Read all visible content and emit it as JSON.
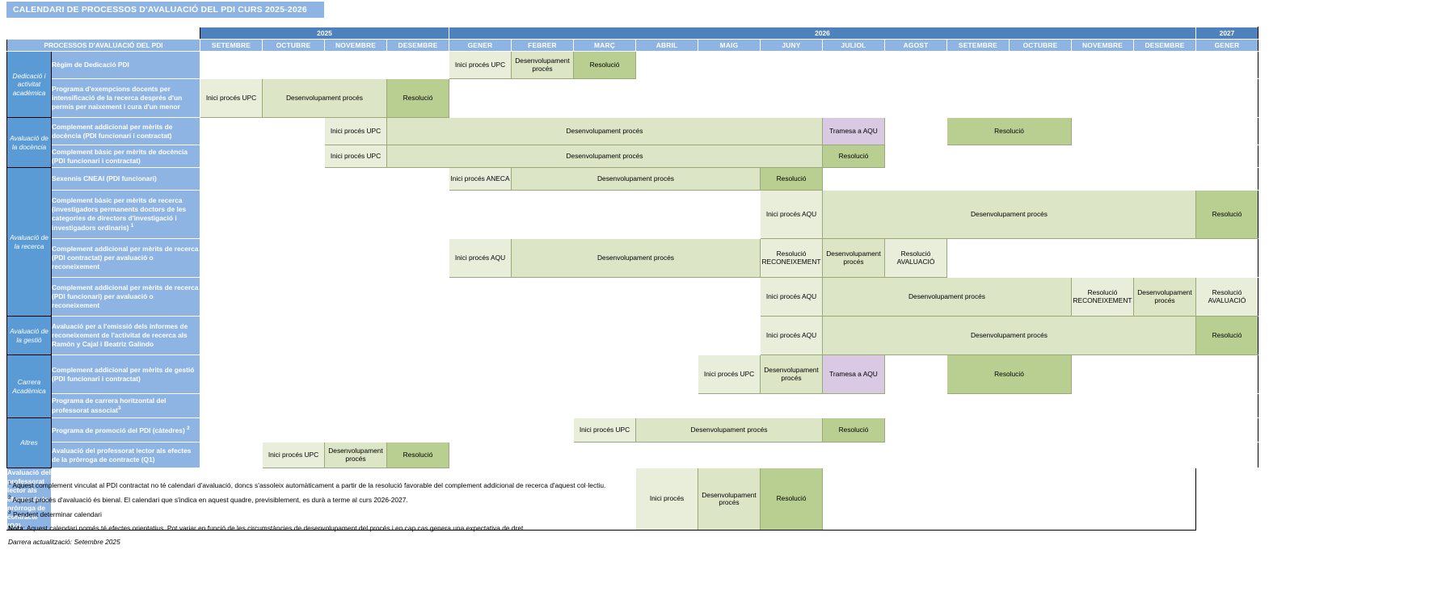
{
  "title": "CALENDARI DE PROCESSOS D'AVALUACIÓ DEL PDI CURS 2025-2026",
  "header": {
    "processes_label": "PROCESSOS D'AVALUACIÓ DEL PDI",
    "years": [
      {
        "label": "2025",
        "span": 4
      },
      {
        "label": "2026",
        "span": 12
      },
      {
        "label": "2027",
        "span": 1
      }
    ],
    "months": [
      "SETEMBRE",
      "OCTUBRE",
      "NOVEMBRE",
      "DESEMBRE",
      "GENER",
      "FEBRER",
      "MARÇ",
      "ABRIL",
      "MAIG",
      "JUNY",
      "JULIOL",
      "AGOST",
      "SETEMBRE",
      "OCTUBRE",
      "NOVEMBRE",
      "DESEMBRE",
      "GENER"
    ]
  },
  "colors": {
    "title_bg": "#8eb4e3",
    "year_bg": "#4f81bd",
    "month_bg": "#8eb4e3",
    "category_bg": "#5b9bd5",
    "process_bg": "#8eb4e3",
    "inici": "#e9eedb",
    "desenvolupament": "#dce5c6",
    "resolucio": "#b9cf92",
    "tramesa": "#d9c9e3"
  },
  "categories": [
    {
      "label": "Dedicació i activitat acadèmica",
      "rows": 2
    },
    {
      "label": "Avaluació de la docència",
      "rows": 2
    },
    {
      "label": "Avaluació de la recerca",
      "rows": 4
    },
    {
      "label": "Avaluació de la gestió",
      "rows": 1
    },
    {
      "label": "Carrera Acadèmica",
      "rows": 2
    },
    {
      "label": "Altres",
      "rows": 2
    }
  ],
  "rows": [
    {
      "process": "Règim de Dedicació PDI",
      "height": 34,
      "bars": [
        {
          "start": 5,
          "span": 1,
          "label": "Inici procés UPC",
          "type": "inici"
        },
        {
          "start": 6,
          "span": 1,
          "label": "Desenvolupament procés",
          "type": "desenvolupament"
        },
        {
          "start": 7,
          "span": 1,
          "label": "Resolució",
          "type": "resolucio"
        }
      ]
    },
    {
      "process": "Programa d'exempcions docents per intensificació de la recerca després d'un permís per naixement i cura d'un menor",
      "height": 48,
      "bars": [
        {
          "start": 1,
          "span": 1,
          "label": "Inici procés UPC",
          "type": "inici"
        },
        {
          "start": 2,
          "span": 2,
          "label": "Desenvolupament procés",
          "type": "desenvolupament"
        },
        {
          "start": 4,
          "span": 1,
          "label": "Resolució",
          "type": "resolucio"
        }
      ]
    },
    {
      "process": "Complement addicional per mèrits de docència (PDI funcionari i contractat)",
      "height": 34,
      "bars": [
        {
          "start": 3,
          "span": 1,
          "label": "Inici procés UPC",
          "type": "inici"
        },
        {
          "start": 4,
          "span": 7,
          "label": "Desenvolupament procés",
          "type": "desenvolupament"
        },
        {
          "start": 11,
          "span": 1,
          "label": "Tramesa a AQU",
          "type": "tramesa"
        },
        {
          "start": 13,
          "span": 2,
          "label": "Resolució",
          "type": "resolucio"
        }
      ]
    },
    {
      "process": "Complement bàsic per mèrits de docència (PDI funcionari i contractat)",
      "height": 28,
      "bars": [
        {
          "start": 3,
          "span": 1,
          "label": "Inici procés UPC",
          "type": "inici"
        },
        {
          "start": 4,
          "span": 7,
          "label": "Desenvolupament procés",
          "type": "desenvolupament"
        },
        {
          "start": 11,
          "span": 1,
          "label": "Resolució",
          "type": "resolucio"
        }
      ]
    },
    {
      "process": "Sexennis CNEAI (PDI funcionari)",
      "height": 28,
      "bars": [
        {
          "start": 5,
          "span": 1,
          "label": "Inici procés ANECA",
          "type": "inici"
        },
        {
          "start": 6,
          "span": 4,
          "label": "Desenvolupament procés",
          "type": "desenvolupament"
        },
        {
          "start": 10,
          "span": 1,
          "label": "Resolució",
          "type": "resolucio"
        }
      ]
    },
    {
      "process": "Complement bàsic per mèrits de recerca (investigadors permanents doctors de les categories de directors d'investigació i investigadors ordinaris) <sup>1</sup>",
      "height": 60,
      "bars": [
        {
          "start": 10,
          "span": 1,
          "label": "Inici procés AQU",
          "type": "inici"
        },
        {
          "start": 11,
          "span": 6,
          "label": "Desenvolupament procés",
          "type": "desenvolupament"
        },
        {
          "start": 17,
          "span": 1,
          "label": "Resolució",
          "type": "resolucio"
        }
      ]
    },
    {
      "process": "Complement addicional per mèrits de recerca (PDI contractat) per avaluació o reconeixement",
      "height": 48,
      "bars": [
        {
          "start": 5,
          "span": 1,
          "label": "Inici procés AQU",
          "type": "inici"
        },
        {
          "start": 6,
          "span": 4,
          "label": "Desenvolupament procés",
          "type": "desenvolupament"
        },
        {
          "start": 10,
          "span": 1,
          "label": "Resolució RECONEIXEMENT",
          "type": "inici"
        },
        {
          "start": 11,
          "span": 1,
          "label": "Desenvolupament procés",
          "type": "desenvolupament"
        },
        {
          "start": 12,
          "span": 1,
          "label": "Resolució AVALUACIÓ",
          "type": "inici"
        }
      ]
    },
    {
      "process": "Complement addicional per mèrits de recerca (PDI funcionari) per avaluació o reconeixement",
      "height": 48,
      "bars": [
        {
          "start": 10,
          "span": 1,
          "label": "Inici procés AQU",
          "type": "inici"
        },
        {
          "start": 11,
          "span": 4,
          "label": "Desenvolupament procés",
          "type": "desenvolupament"
        },
        {
          "start": 15,
          "span": 1,
          "label": "Resolució RECONEIXEMENT",
          "type": "inici"
        },
        {
          "start": 16,
          "span": 1,
          "label": "Desenvolupament procés",
          "type": "desenvolupament"
        },
        {
          "start": 17,
          "span": 1,
          "label": "Resolució AVALUACIÓ",
          "type": "inici"
        }
      ]
    },
    {
      "process": "Avaluació per a l'emissió dels informes de reconeixement de l'activitat de recerca als Ramón y Cajal i Beatriz Galindo",
      "height": 48,
      "bars": [
        {
          "start": 10,
          "span": 1,
          "label": "Inici procés AQU",
          "type": "inici"
        },
        {
          "start": 11,
          "span": 6,
          "label": "Desenvolupament procés",
          "type": "desenvolupament"
        },
        {
          "start": 17,
          "span": 1,
          "label": "Resolució",
          "type": "resolucio"
        }
      ]
    },
    {
      "process": "Complement addicional per mèrits de gestió (PDI funcionari i contractat)",
      "height": 48,
      "bars": [
        {
          "start": 9,
          "span": 1,
          "label": "Inici procés UPC",
          "type": "inici"
        },
        {
          "start": 10,
          "span": 1,
          "label": "Desenvolupament procés",
          "type": "desenvolupament"
        },
        {
          "start": 11,
          "span": 1,
          "label": "Tramesa a AQU",
          "type": "tramesa"
        },
        {
          "start": 13,
          "span": 2,
          "label": "Resolució",
          "type": "resolucio"
        }
      ]
    },
    {
      "process": "Programa de carrera horitzontal del professorat associat<sup>3</sup>",
      "height": 30,
      "bars": []
    },
    {
      "process": "Programa de promoció del PDI (càtedres) <sup>2</sup>",
      "height": 30,
      "bars": [
        {
          "start": 7,
          "span": 1,
          "label": "Inici procés UPC",
          "type": "inici"
        },
        {
          "start": 8,
          "span": 3,
          "label": "Desenvolupament procés",
          "type": "desenvolupament"
        },
        {
          "start": 11,
          "span": 1,
          "label": "Resolució",
          "type": "resolucio"
        }
      ]
    },
    {
      "process": "Avaluació del professorat lector als efectes de la pròrroga de contracte (Q1)",
      "height": 32,
      "bars": [
        {
          "start": 2,
          "span": 1,
          "label": "Inici procés UPC",
          "type": "inici"
        },
        {
          "start": 3,
          "span": 1,
          "label": "Desenvolupament procés",
          "type": "desenvolupament"
        },
        {
          "start": 4,
          "span": 1,
          "label": "Resolució",
          "type": "resolucio"
        }
      ]
    },
    {
      "process": "Avaluació del professorat lector als efectes de la pròrroga de contracte (Q2)",
      "height": 32,
      "bars": [
        {
          "start": 9,
          "span": 1,
          "label": "Inici procés",
          "type": "inici"
        },
        {
          "start": 10,
          "span": 1,
          "label": "Desenvolupament procés",
          "type": "desenvolupament"
        },
        {
          "start": 11,
          "span": 1,
          "label": "Resolució",
          "type": "resolucio"
        }
      ]
    }
  ],
  "footnotes": [
    {
      "marker": "1",
      "text": "Aquest complement vinculat al PDI contractat no té calendari d'avaluació, doncs s'assoleix automàticament a partir de la resolució favorable del complement addicional de recerca d'aquest col·lectiu."
    },
    {
      "marker": "2",
      "text": "Aquest procés d'avaluació és bienal. El calendari que s'indica en aquest quadre, previsiblement, es durà a terme al curs 2026-2027."
    },
    {
      "marker": "3",
      "text": "Pendent determinar calendari"
    }
  ],
  "note": {
    "label": "Nota",
    "text": ": Aquest calendari només té efectes orientatius. Pot variar en funció de les circumstàncies de desenvolupament del procés i en cap cas genera una expectativa de dret."
  },
  "last_update": "Darrera actualització: Setembre 2025"
}
